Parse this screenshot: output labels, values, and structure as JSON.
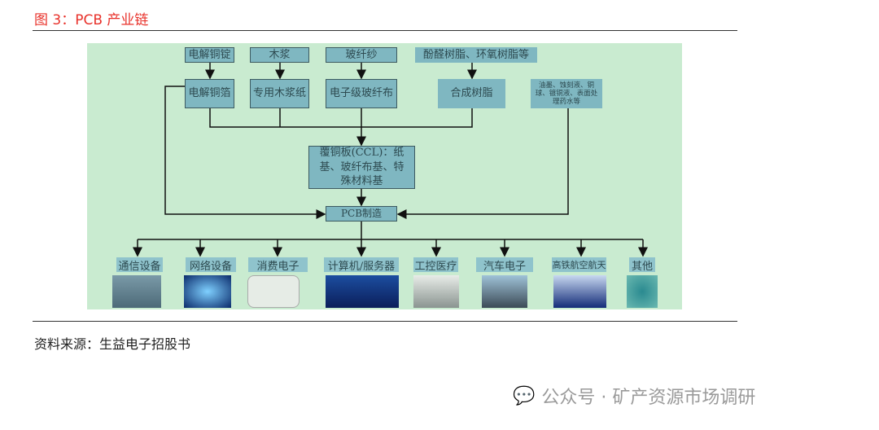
{
  "title": "图 3：PCB 产业链",
  "diagram": {
    "raw": [
      "电解铜锭",
      "木浆",
      "玻纤纱",
      "酚醛树脂、环氧树脂等"
    ],
    "mid": [
      "电解铜箔",
      "专用木浆纸",
      "电子级玻纤布",
      "合成树脂"
    ],
    "chem": "油墨、蚀刻液、铜球、镀铜液、表面处理药水等",
    "ccl": "覆铜板(CCL)：纸基、玻纤布基、特殊材料基",
    "pcb": "PCB制造",
    "apps": [
      "通信设备",
      "网络设备",
      "消费电子",
      "计算机/服务器",
      "工控医疗",
      "汽车电子",
      "高铁航空航天",
      "其他"
    ]
  },
  "source": "资料来源：生益电子招股书",
  "watermark": "公众号 · 矿产资源市场调研"
}
